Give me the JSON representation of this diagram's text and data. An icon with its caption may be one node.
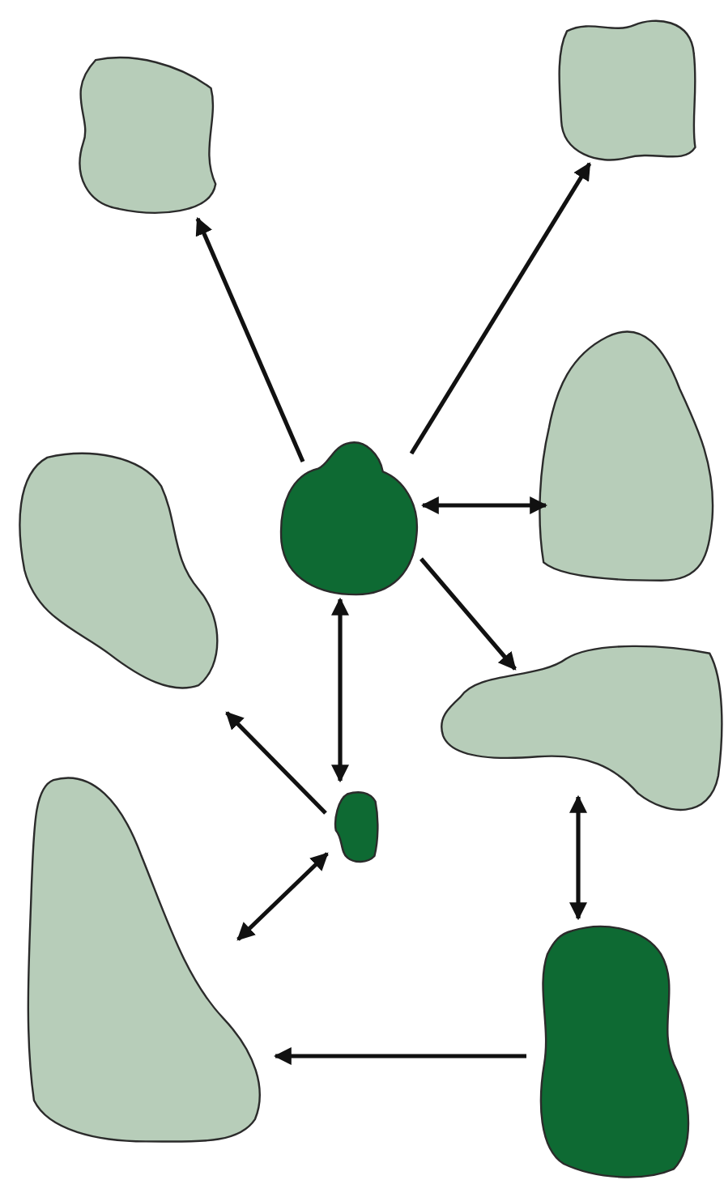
{
  "diagram": {
    "nodes": [
      {
        "text": [],
        "shape": "blob"
      },
      {
        "text": [],
        "shape": "blob"
      },
      {
        "text": [],
        "shape": "blob"
      },
      {
        "text": [],
        "shape": "blob"
      },
      {
        "text": [],
        "shape": "blob"
      },
      {
        "text": [],
        "shape": "blob"
      },
      {
        "text": [],
        "shape": "blob"
      },
      {
        "text": [],
        "shape": "blob"
      },
      {
        "text": [],
        "shape": "blob"
      }
    ],
    "edges": [
      {
        "from": 3,
        "to": 0,
        "arrow": "to"
      },
      {
        "from": 3,
        "to": 1,
        "arrow": "to"
      },
      {
        "from": 3,
        "to": 2,
        "arrow": "both"
      },
      {
        "from": 3,
        "to": 5,
        "arrow": "to"
      },
      {
        "from": 3,
        "to": 6,
        "arrow": "both"
      },
      {
        "from": 6,
        "to": 4,
        "arrow": "to"
      },
      {
        "from": 6,
        "to": 7,
        "arrow": "both"
      },
      {
        "from": 5,
        "to": 8,
        "arrow": "both"
      },
      {
        "from": 8,
        "to": 7,
        "arrow": "to"
      }
    ]
  }
}
